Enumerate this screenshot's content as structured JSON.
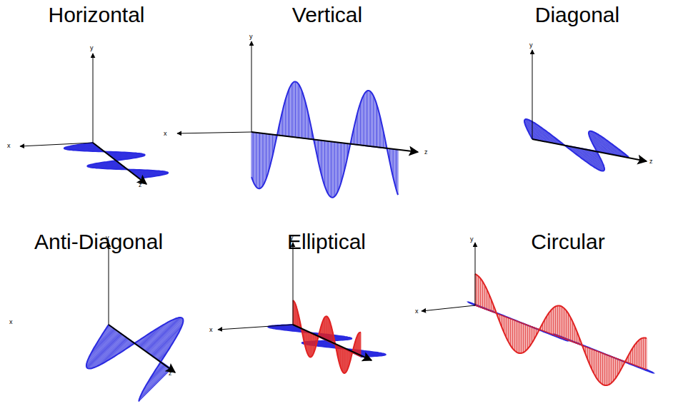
{
  "diagram": {
    "labels": [
      "Horizontal",
      "y",
      "x",
      "z",
      "Vertical",
      "y",
      "x",
      "z",
      "Diagonal",
      "y",
      "z",
      "Anti-Diagonal",
      "y",
      "x",
      "z",
      "Elliptical",
      "y",
      "x",
      "Circular",
      "y",
      "x"
    ]
  }
}
